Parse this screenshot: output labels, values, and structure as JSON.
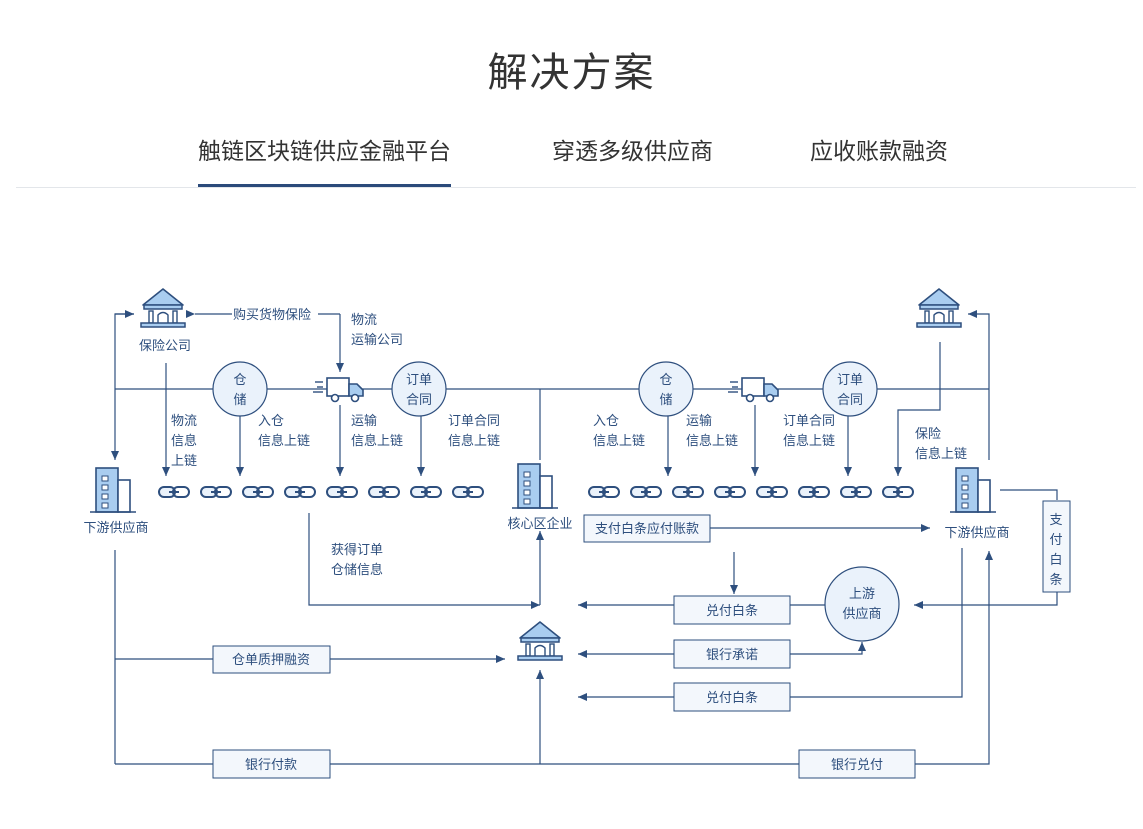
{
  "page": {
    "title": "解决方案"
  },
  "tabs": [
    {
      "label": "触链区块链供应金融平台",
      "active": true
    },
    {
      "label": "穿透多级供应商",
      "active": false
    },
    {
      "label": "应收账款融资",
      "active": false
    }
  ],
  "diagram": {
    "nodes": {
      "insurance_company": "保险公司",
      "downstream_left": "下游供应商",
      "downstream_right": "下游供应商",
      "core_enterprise": "核心区企业",
      "upstream": [
        "上游",
        "供应商"
      ],
      "warehouse_left": [
        "仓",
        "储"
      ],
      "warehouse_right": [
        "仓",
        "储"
      ],
      "order_contract_left": [
        "订单",
        "合同"
      ],
      "order_contract_right": [
        "订单",
        "合同"
      ]
    },
    "labels": {
      "buy_insurance": "购买货物保险",
      "logistics_company": [
        "物流",
        "运输公司"
      ],
      "logistics_info_onchain": [
        "物流",
        "信息",
        "上链"
      ],
      "warehouse_in_left": [
        "入仓",
        "信息上链"
      ],
      "transport_left": [
        "运输",
        "信息上链"
      ],
      "order_contract_onchain_left": [
        "订单合同",
        "信息上链"
      ],
      "warehouse_in_right": [
        "入仓",
        "信息上链"
      ],
      "transport_right": [
        "运输",
        "信息上链"
      ],
      "order_contract_onchain_right": [
        "订单合同",
        "信息上链"
      ],
      "insurance_onchain": [
        "保险",
        "信息上链"
      ],
      "get_order_storage": [
        "获得订单",
        "仓储信息"
      ],
      "pay_note_vertical": [
        "支",
        "付",
        "白",
        "条"
      ]
    },
    "boxes": {
      "pay_note_payable": "支付白条应付账款",
      "redeem_note_top": "兑付白条",
      "bank_promise": "银行承诺",
      "redeem_note_bottom": "兑付白条",
      "warehouse_receipt_pledge": "仓单质押融资",
      "bank_payment": "银行付款",
      "bank_redeem": "银行兑付"
    },
    "chain_left_count": 8,
    "chain_right_count": 8
  },
  "colors": {
    "primary": "#2e4f7e",
    "icon_fill": "#a9cdf0",
    "tab_active": "#2b4a7a"
  }
}
